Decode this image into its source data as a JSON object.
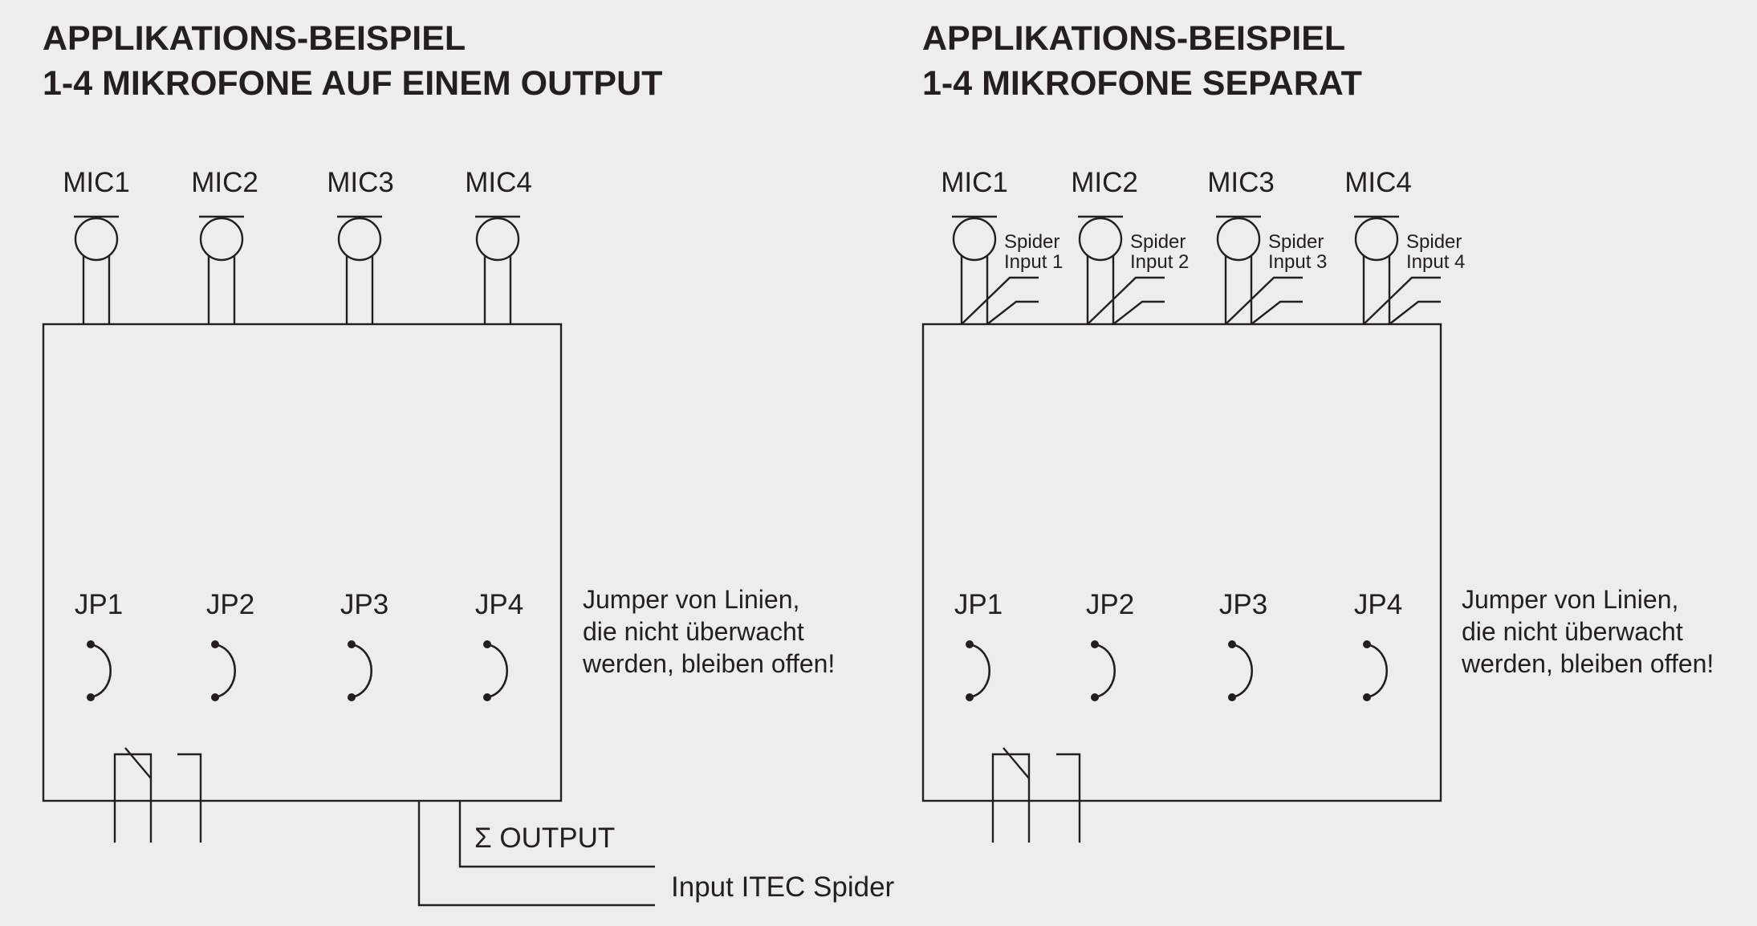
{
  "left": {
    "title_line1": "APPLIKATIONS-BEISPIEL",
    "title_line2": "1-4 MIKROFONE AUF EINEM OUTPUT",
    "mics": [
      "MIC1",
      "MIC2",
      "MIC3",
      "MIC4"
    ],
    "jumpers": [
      "JP1",
      "JP2",
      "JP3",
      "JP4"
    ],
    "note_lines": [
      "Jumper von Linien,",
      "die nicht überwacht",
      "werden, bleiben offen!"
    ],
    "output_label": "Σ OUTPUT",
    "input_label": "Input ITEC Spider"
  },
  "right": {
    "title_line1": "APPLIKATIONS-BEISPIEL",
    "title_line2": "1-4 MIKROFONE SEPARAT",
    "mics": [
      "MIC1",
      "MIC2",
      "MIC3",
      "MIC4"
    ],
    "spider_inputs": [
      {
        "line1": "Spider",
        "line2": "Input 1"
      },
      {
        "line1": "Spider",
        "line2": "Input 2"
      },
      {
        "line1": "Spider",
        "line2": "Input 3"
      },
      {
        "line1": "Spider",
        "line2": "Input 4"
      }
    ],
    "jumpers": [
      "JP1",
      "JP2",
      "JP3",
      "JP4"
    ],
    "note_lines": [
      "Jumper von Linien,",
      "die nicht überwacht",
      "werden, bleiben offen!"
    ]
  }
}
